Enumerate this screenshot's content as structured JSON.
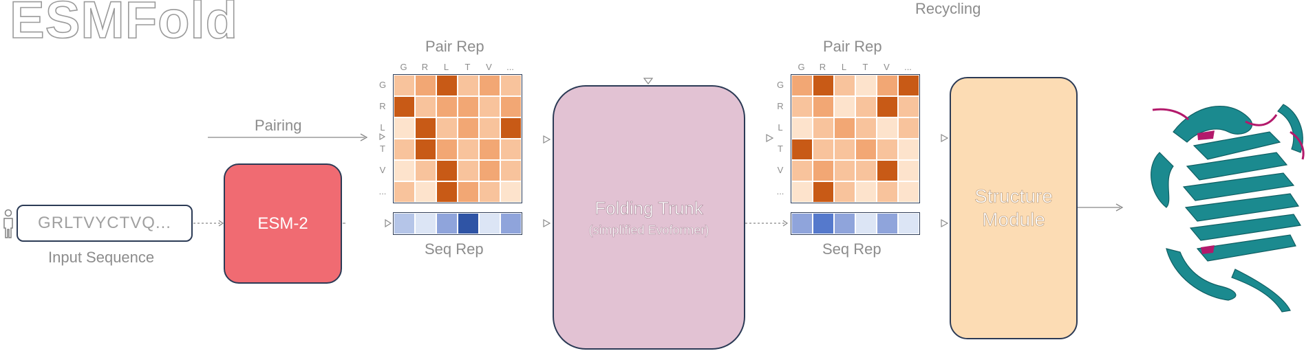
{
  "title": "ESMFold",
  "recycling_label": "Recycling",
  "input": {
    "sequence": "GRLTVYCTVQ...",
    "caption": "Input Sequence"
  },
  "pairing_label": "Pairing",
  "esm2_label": "ESM-2",
  "left_pair": {
    "title": "Pair Rep",
    "col_ticks": [
      "G",
      "R",
      "L",
      "T",
      "V",
      "..."
    ],
    "row_ticks": [
      "G",
      "R",
      "L",
      "T",
      "V",
      "..."
    ],
    "cells": [
      [
        2,
        3,
        4,
        2,
        3,
        2
      ],
      [
        4,
        2,
        3,
        3,
        2,
        3
      ],
      [
        1,
        4,
        2,
        3,
        2,
        4
      ],
      [
        2,
        4,
        3,
        2,
        3,
        2
      ],
      [
        1,
        2,
        4,
        2,
        3,
        2
      ],
      [
        2,
        1,
        4,
        3,
        2,
        1
      ]
    ],
    "seq_title": "Seq Rep",
    "seq_cells": [
      2,
      1,
      3,
      5,
      1,
      3
    ]
  },
  "trunk": {
    "title": "Folding Trunk",
    "subtitle": "(simplified Evoformer)"
  },
  "right_pair": {
    "title": "Pair Rep",
    "col_ticks": [
      "G",
      "R",
      "L",
      "T",
      "V",
      "..."
    ],
    "row_ticks": [
      "G",
      "R",
      "L",
      "T",
      "V",
      "..."
    ],
    "cells": [
      [
        3,
        4,
        2,
        1,
        3,
        4
      ],
      [
        2,
        3,
        1,
        2,
        4,
        2
      ],
      [
        1,
        2,
        3,
        2,
        1,
        2
      ],
      [
        4,
        2,
        2,
        3,
        2,
        1
      ],
      [
        2,
        3,
        2,
        2,
        4,
        1
      ],
      [
        1,
        4,
        2,
        1,
        2,
        1
      ]
    ],
    "seq_title": "Seq Rep",
    "seq_cells": [
      3,
      4,
      3,
      1,
      3,
      1
    ]
  },
  "structure": {
    "line1": "Structure",
    "line2": "Module"
  },
  "colors": {
    "heat": [
      "#ffffff",
      "#fde3cc",
      "#f8c39c",
      "#f2a774",
      "#c85a16"
    ],
    "seq": [
      "#ffffff",
      "#dce5f5",
      "#b5c5e8",
      "#8fa4db",
      "#5579cc",
      "#2f54a5"
    ],
    "protein_teal": "#1b8a8f",
    "protein_magenta": "#b3196b"
  }
}
